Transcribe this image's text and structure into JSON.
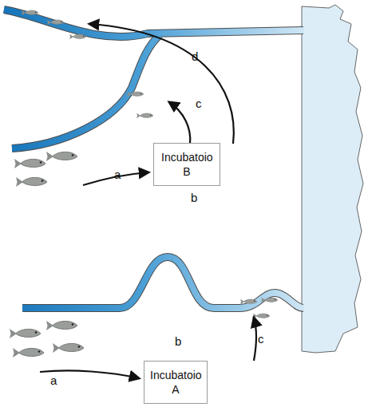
{
  "diagram": {
    "nodes": [
      {
        "text": [
          "Incubatoio B"
        ]
      },
      {
        "text": [
          "Incubatoio A"
        ]
      }
    ],
    "labels": [
      "d",
      "c",
      "a",
      "b",
      "b",
      "a",
      "c"
    ]
  }
}
